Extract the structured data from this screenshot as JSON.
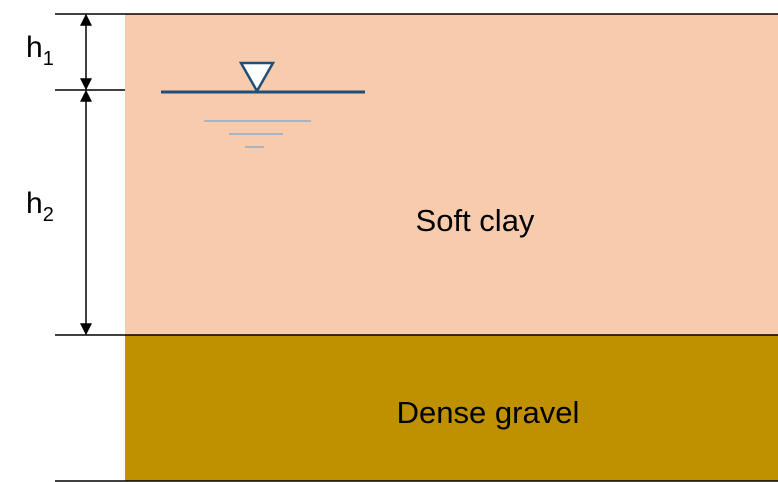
{
  "layers": [
    {
      "id": "soft-clay",
      "label": "Soft clay",
      "color": "#f8cbad"
    },
    {
      "id": "dense-gravel",
      "label": "Dense gravel",
      "color": "#bf9000"
    }
  ],
  "dimensions": {
    "h1": {
      "base": "h",
      "sub": "1"
    },
    "h2": {
      "base": "h",
      "sub": "2"
    }
  },
  "water_table": {
    "symbol_color": "#1f4e79",
    "ripple_color": "#5b9bd5"
  },
  "line_color": "#000000"
}
